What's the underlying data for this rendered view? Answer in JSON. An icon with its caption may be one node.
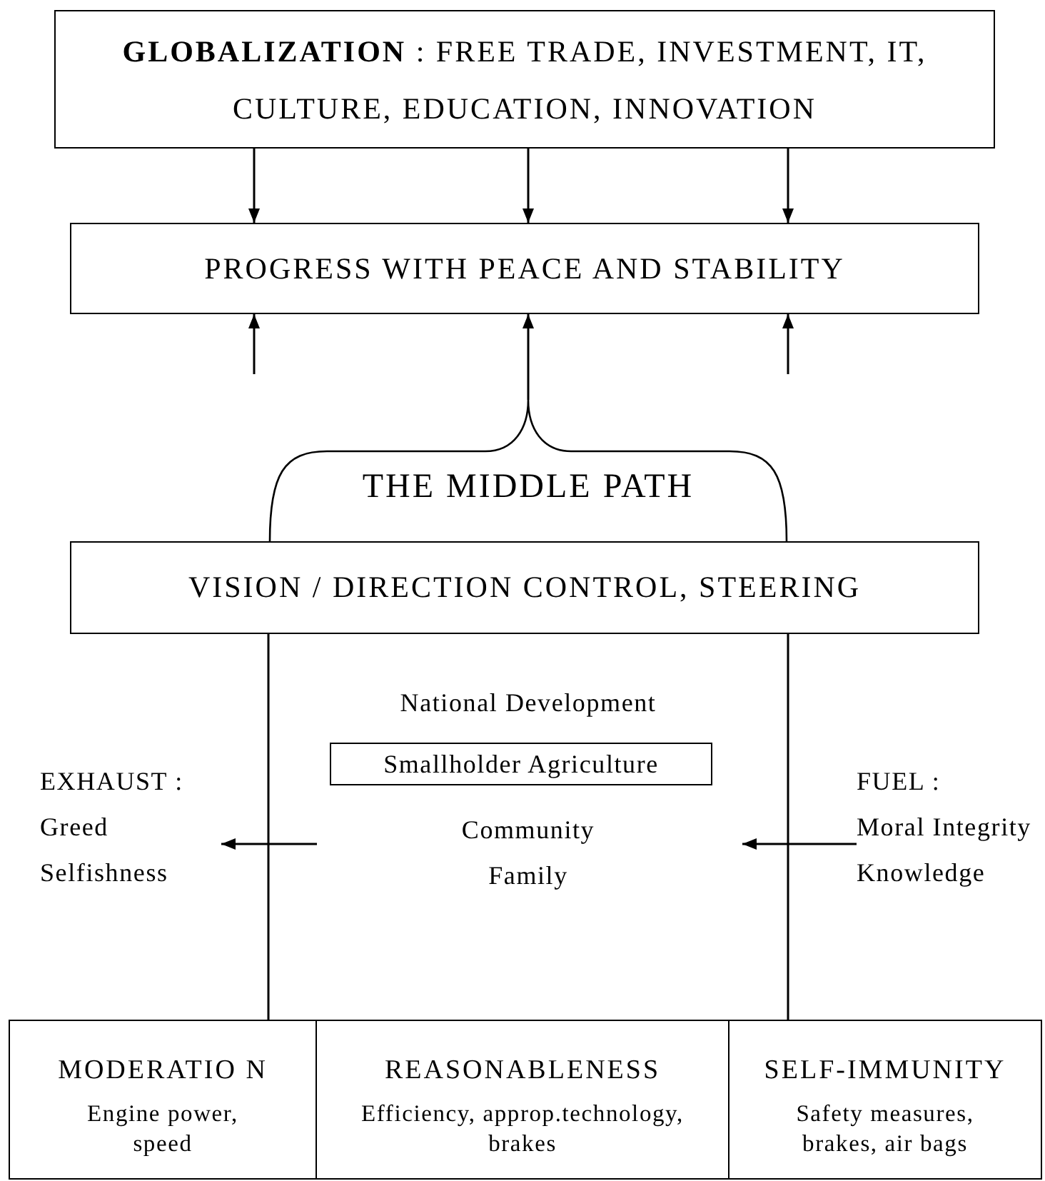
{
  "diagram": {
    "nodes": [
      {
        "text": [
          "**GLOBALIZATION** : FREE TRADE, INVESTMENT, IT, CULTURE, EDUCATION, INNOVATION"
        ]
      },
      {
        "text": [
          "PROGRESS WITH PEACE AND STABILITY"
        ]
      },
      {
        "text": [
          "THE MIDDLE PATH"
        ]
      },
      {
        "text": [
          "VISION / DIRECTION CONTROL, STEERING"
        ]
      },
      {
        "text": [
          "Smallholder Agriculture"
        ]
      },
      {
        "text": [
          "EXHAUST :",
          "Greed",
          "Selfishness"
        ]
      },
      {
        "text": [
          "FUEL :",
          "Moral Integrity",
          "Knowledge"
        ]
      },
      {
        "text": [
          "MODERATIO N",
          "Engine power, speed"
        ]
      },
      {
        "text": [
          "REASONABLENESS",
          "Efficiency, approp.technology, brakes"
        ]
      },
      {
        "text": [
          "SELF-IMMUNITY",
          "Safety measures, brakes, air bags"
        ]
      }
    ],
    "edges": [
      {
        "from": 0,
        "to": 1,
        "arrow": "to"
      },
      {
        "from": 0,
        "to": 1,
        "arrow": "to"
      },
      {
        "from": 0,
        "to": 1,
        "arrow": "to"
      },
      {
        "from": null,
        "to": 1,
        "arrow": "to"
      },
      {
        "from": 2,
        "to": 1,
        "arrow": "to"
      },
      {
        "from": null,
        "to": 1,
        "arrow": "to"
      },
      {
        "from": 3,
        "to": 7,
        "arrow": "none"
      },
      {
        "from": 3,
        "to": 9,
        "arrow": "none"
      },
      {
        "from": null,
        "to": 5,
        "arrow": "to"
      },
      {
        "from": 6,
        "to": null,
        "arrow": "to"
      }
    ],
    "labels": [
      "National Development",
      "Community",
      "Family"
    ]
  }
}
